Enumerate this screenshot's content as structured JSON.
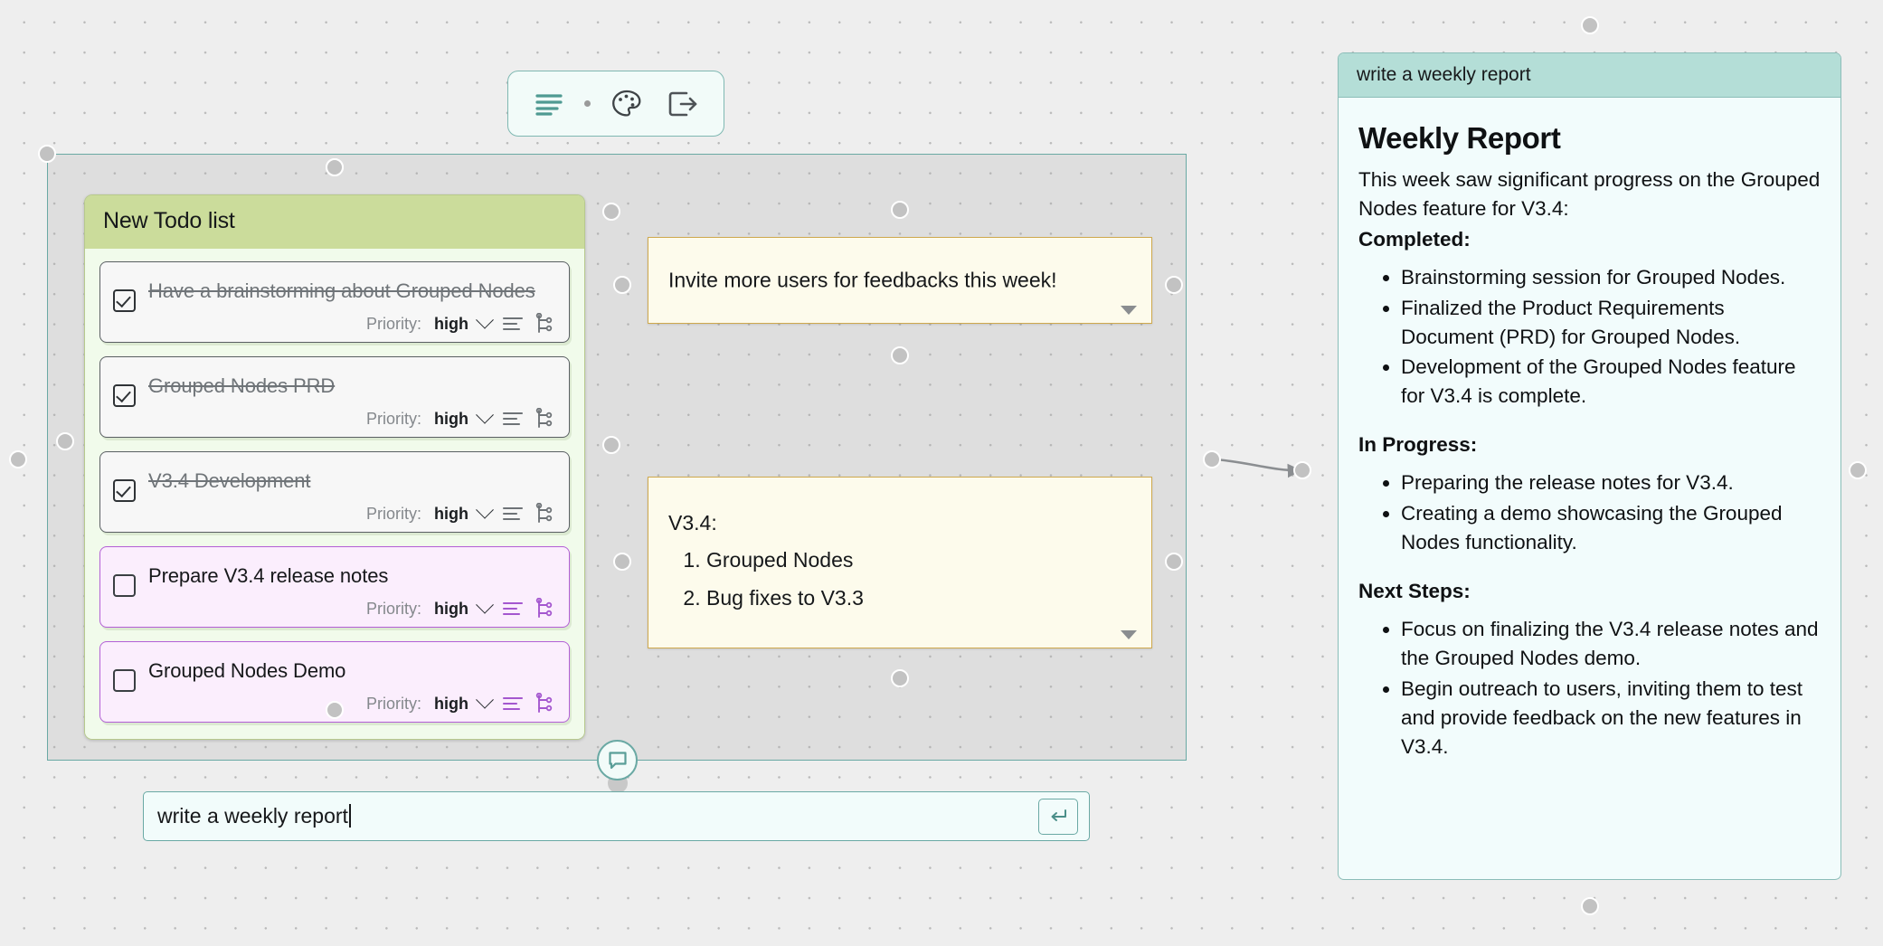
{
  "toolbar": {
    "items": [
      {
        "icon": "align-left-icon",
        "name": "format-align-button"
      },
      {
        "icon": "dot-separator-icon",
        "name": "toolbar-separator"
      },
      {
        "icon": "palette-icon",
        "name": "color-palette-button"
      },
      {
        "icon": "export-icon",
        "name": "export-button"
      }
    ]
  },
  "todo_node": {
    "title": "New Todo list",
    "priority_label": "Priority:",
    "items": [
      {
        "title": "Have a brainstorming about Grouped Nodes",
        "done": true,
        "priority": "high"
      },
      {
        "title": "Grouped Nodes PRD",
        "done": true,
        "priority": "high"
      },
      {
        "title": "V3.4 Development",
        "done": true,
        "priority": "high"
      },
      {
        "title": "Prepare V3.4 release notes",
        "done": false,
        "priority": "high"
      },
      {
        "title": "Grouped Nodes Demo",
        "done": false,
        "priority": "high"
      }
    ]
  },
  "sticky_notes": [
    {
      "text": "Invite more users for feedbacks this week!"
    },
    {
      "heading": "V3.4:",
      "list": [
        "Grouped Nodes",
        "Bug fixes to V3.3"
      ]
    }
  ],
  "report": {
    "header_title": "write a weekly report",
    "title": "Weekly Report",
    "intro": "This week saw significant progress on the Grouped Nodes feature for V3.4:",
    "sections": [
      {
        "heading": "Completed:",
        "bullets": [
          "Brainstorming session for Grouped Nodes.",
          "Finalized the Product Requirements Document (PRD) for Grouped Nodes.",
          "Development of the Grouped Nodes feature for V3.4 is complete."
        ]
      },
      {
        "heading": "In Progress:",
        "bullets": [
          "Preparing the release notes for V3.4.",
          "Creating a demo showcasing the Grouped Nodes functionality."
        ]
      },
      {
        "heading": "Next Steps:",
        "bullets": [
          "Focus on finalizing the V3.4 release notes and the Grouped Nodes demo.",
          "Begin outreach to users, inviting them to test and provide feedback on the new features in V3.4."
        ]
      }
    ]
  },
  "prompt": {
    "value": "write a weekly report",
    "placeholder": "write a weekly report",
    "submit_icon": "enter-key-icon"
  },
  "colors": {
    "accent_teal": "#6aa9a4",
    "todo_header_green": "#cbdc9b",
    "todo_body_green": "#f1fbeb",
    "pending_purple": "#b35fd6",
    "sticky_yellow": "#fdfbec",
    "sticky_border": "#cfa94e",
    "report_header": "#b4ded7",
    "canvas": "#eeeeee"
  }
}
